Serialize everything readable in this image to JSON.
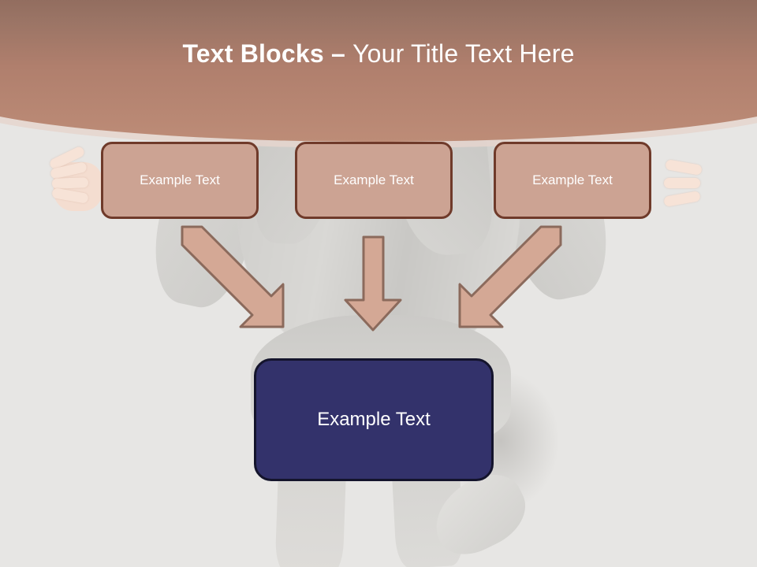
{
  "slide": {
    "title_bold": "Text Blocks ",
    "title_dash": "– ",
    "title_light": "Your Title Text Here",
    "background_color": "#E7E6E4",
    "header_gradient_top": "#7D5A4F",
    "header_gradient_bottom": "#BD8C77",
    "header_arc_color": "#E5D5CE"
  },
  "diagram": {
    "top_boxes": [
      {
        "label": "Example Text",
        "fill": "#CCA393",
        "border": "#6F3A2A",
        "text_color": "#FFFFFF"
      },
      {
        "label": "Example Text",
        "fill": "#CCA393",
        "border": "#6F3A2A",
        "text_color": "#FFFFFF"
      },
      {
        "label": "Example Text",
        "fill": "#CCA393",
        "border": "#6F3A2A",
        "text_color": "#FFFFFF"
      }
    ],
    "bottom_box": {
      "label": "Example Text",
      "fill": "#33326B",
      "border": "#14142C",
      "text_color": "#FFFFFF"
    },
    "arrows": [
      {
        "direction": "down-right",
        "fill": "#D4A895",
        "stroke": "#8B6A5C"
      },
      {
        "direction": "down",
        "fill": "#D4A895",
        "stroke": "#8B6A5C"
      },
      {
        "direction": "down-left",
        "fill": "#D4A895",
        "stroke": "#8B6A5C"
      }
    ]
  }
}
